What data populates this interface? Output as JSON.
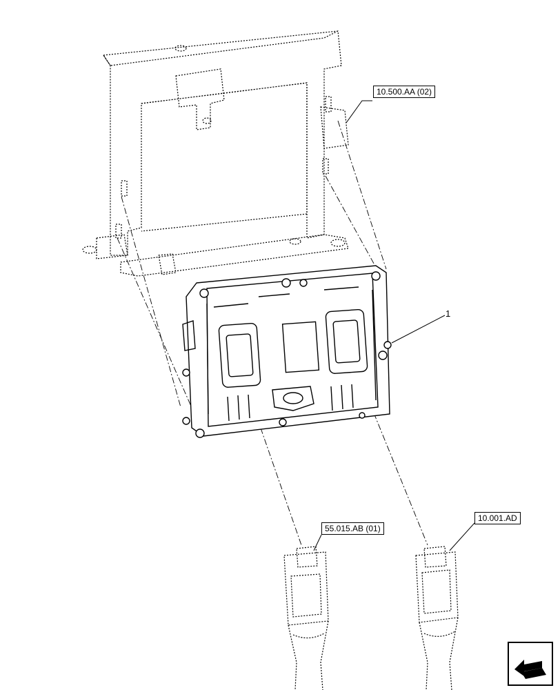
{
  "diagram": {
    "references": {
      "frame": "10.500.AA (02)",
      "connector_left": "55.015.AB (01)",
      "connector_right": "10.001.AD"
    },
    "callouts": {
      "item_1": "1"
    },
    "icons": {
      "navigation": "arrow-navigation-icon"
    }
  }
}
